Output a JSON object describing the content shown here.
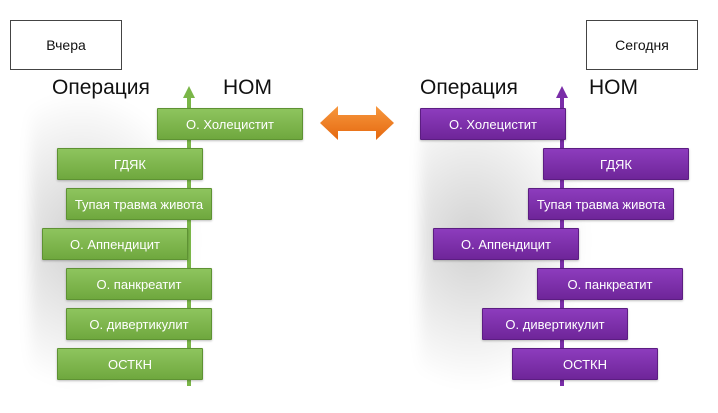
{
  "left": {
    "box_label": "Вчера",
    "col_operation": "Операция",
    "col_nom": "НОМ",
    "color": "#7ab648",
    "items": [
      "О. Холецистит",
      "ГДЯК",
      "Тупая травма живота",
      "О. Аппендицит",
      "О. панкреатит",
      "О. дивертикулит",
      "ОСТКН"
    ]
  },
  "right": {
    "box_label": "Сегодня",
    "col_operation": "Операция",
    "col_nom": "НОМ",
    "color": "#7a2da8",
    "items": [
      "О. Холецистит",
      "ГДЯК",
      "Тупая травма живота",
      "О. Аппендицит",
      "О. панкреатит",
      "О. дивертикулит",
      "ОСТКН"
    ]
  },
  "arrow_color": "#f07a21"
}
